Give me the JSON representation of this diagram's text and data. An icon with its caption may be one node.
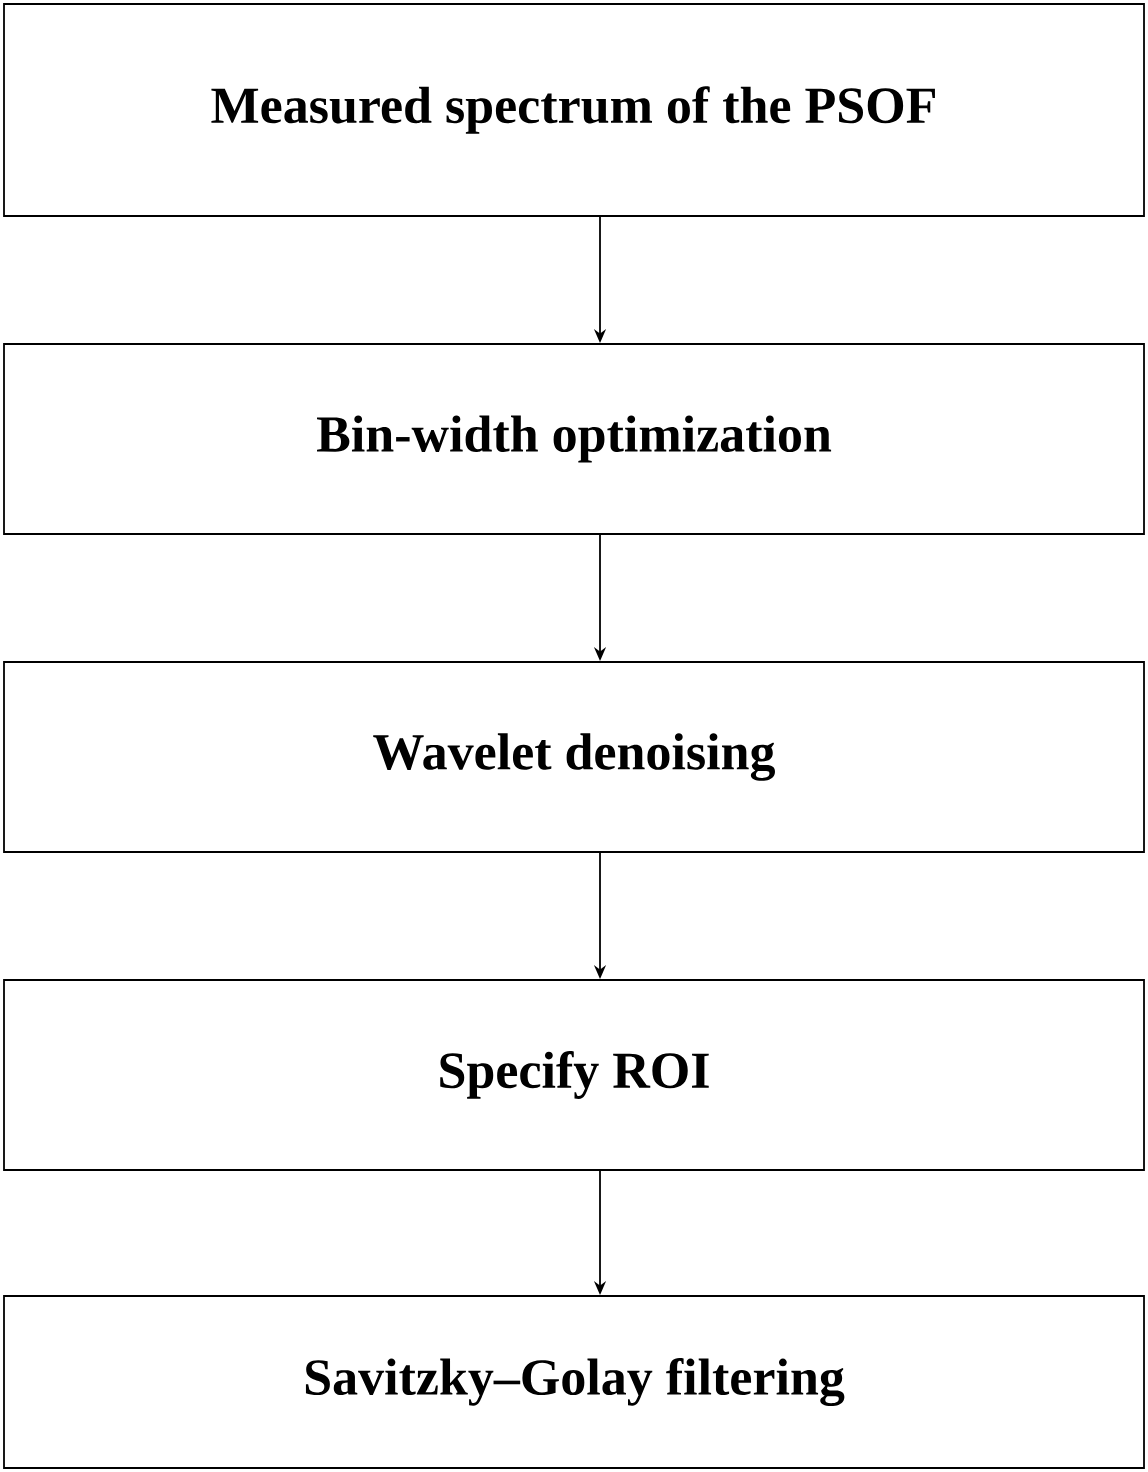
{
  "diagram": {
    "nodes": [
      {
        "text": [
          "Measured spectrum of the PSOF"
        ]
      },
      {
        "text": [
          "Bin-width optimization"
        ]
      },
      {
        "text": [
          "Wavelet denoising"
        ]
      },
      {
        "text": [
          "Specify ROI"
        ]
      },
      {
        "text": [
          "Savitzky–Golay filtering"
        ]
      }
    ],
    "edges": [
      {
        "from": 0,
        "to": 1,
        "arrow": "to"
      },
      {
        "from": 1,
        "to": 2,
        "arrow": "to"
      },
      {
        "from": 2,
        "to": 3,
        "arrow": "to"
      },
      {
        "from": 3,
        "to": 4,
        "arrow": "to"
      }
    ]
  }
}
